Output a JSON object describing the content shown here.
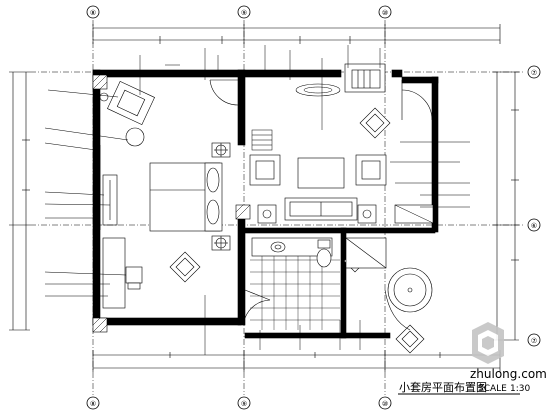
{
  "drawing": {
    "title": "小套房平面布置图",
    "scale_label": "SCALE",
    "scale_value": "1:30"
  },
  "axis_markers": [
    "⑥",
    "⑦",
    "⑧",
    "⑨",
    "⑩"
  ],
  "watermark": {
    "brand": "zhulong.com",
    "logo_icon": "zhulong-logo-icon"
  },
  "colors": {
    "line": "#000000",
    "wall_fill": "#000000",
    "watermark": "#c4c4c4"
  }
}
